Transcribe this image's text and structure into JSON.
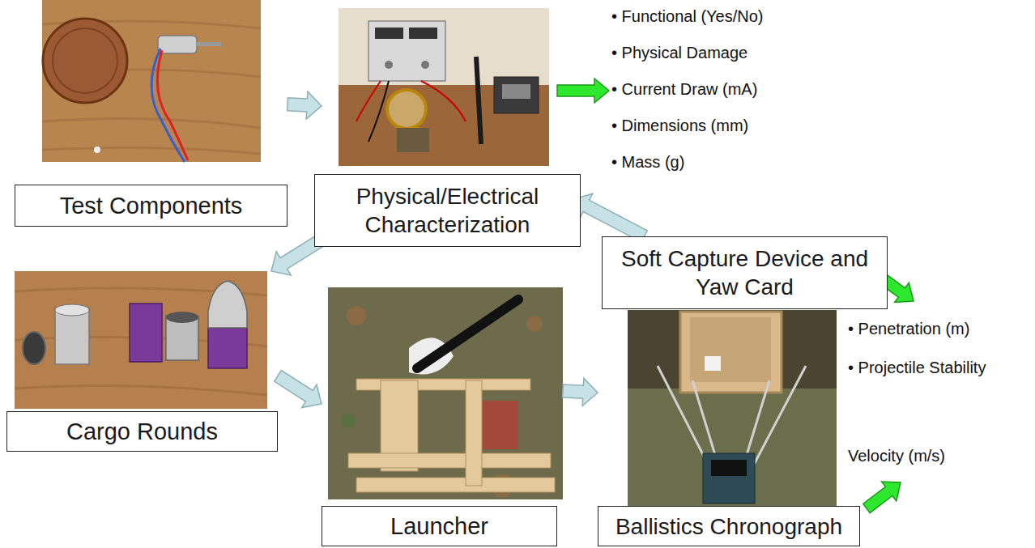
{
  "diagram": {
    "nodes": [
      {
        "text": [
          "Test Components"
        ]
      },
      {
        "text": [
          "Physical/Electrical Characterization"
        ]
      },
      {
        "text": [
          "Soft Capture Device and Yaw Card"
        ]
      },
      {
        "text": [
          "Cargo Rounds"
        ]
      },
      {
        "text": [
          "Launcher"
        ]
      },
      {
        "text": [
          "Ballistics Chronograph"
        ]
      }
    ],
    "edges": [
      {
        "from": 0,
        "to": 1,
        "arrow": "to"
      },
      {
        "from": 1,
        "to": 3,
        "arrow": "to"
      },
      {
        "from": 3,
        "to": 4,
        "arrow": "to"
      },
      {
        "from": 4,
        "to": 5,
        "arrow": "to"
      },
      {
        "from": 2,
        "to": 1,
        "arrow": "to"
      }
    ],
    "labels": [
      "• Functional (Yes/No)",
      "• Physical Damage",
      "• Current Draw (mA)",
      "• Dimensions (mm)",
      "• Mass (g)",
      "• Penetration (m)",
      "• Projectile Stability",
      "Velocity (m/s)"
    ]
  }
}
